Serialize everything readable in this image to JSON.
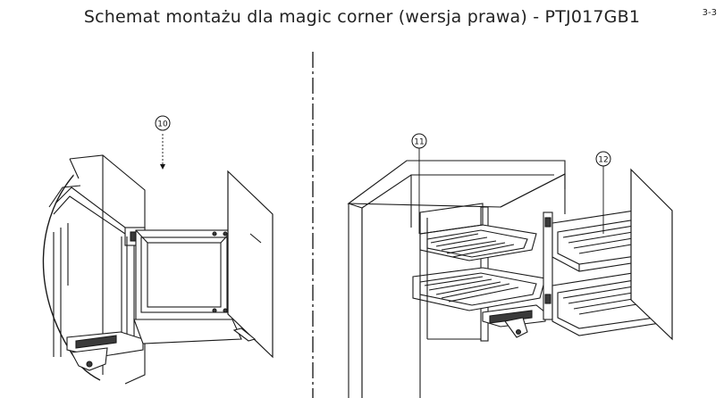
{
  "header": {
    "title": "Schemat montażu dla magic corner (wersja prawa) - PTJ017GB1",
    "page_number": "3-3"
  },
  "callouts": {
    "left_part": "10",
    "left_baskets": "11",
    "right_baskets": "12"
  },
  "colors": {
    "line": "#1a1a1a",
    "panel_fill": "#ffffff",
    "dark_fill": "#3a3a3a"
  }
}
